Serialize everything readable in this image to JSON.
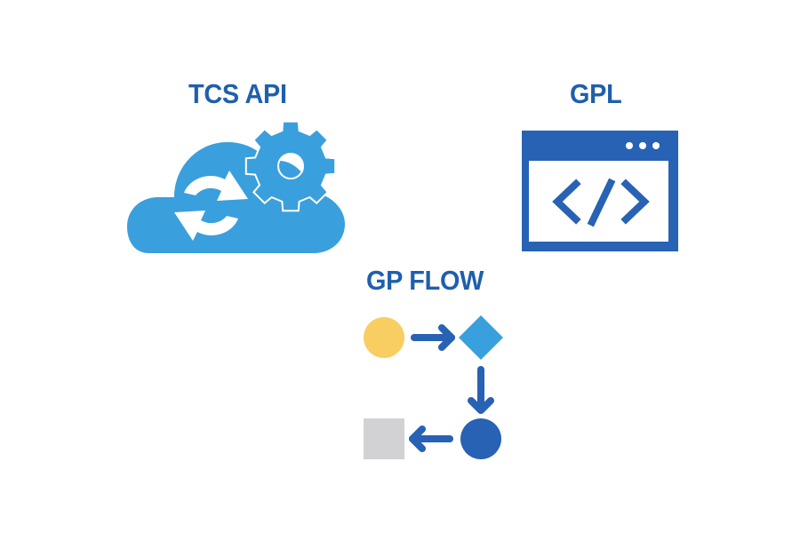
{
  "colors": {
    "title_blue": "#1f5fad",
    "cloud_blue": "#3a9fdd",
    "window_blue": "#2862b4",
    "flow_arrow_blue": "#2862b4",
    "start_yellow": "#f8cd62",
    "decision_blue": "#3a9fdd",
    "process_dark_blue": "#2862b4",
    "end_gray": "#d2d2d4",
    "white": "#ffffff"
  },
  "sections": {
    "tcs_api": {
      "title": "TCS API",
      "icon": "cloud-sync-gear-icon"
    },
    "gpl": {
      "title": "GPL",
      "icon": "code-window-icon",
      "window_dots": 3
    },
    "gp_flow": {
      "title": "GP FLOW",
      "icon": "flowchart-icon",
      "nodes": [
        {
          "shape": "circle",
          "role": "start",
          "color": "start_yellow"
        },
        {
          "shape": "diamond",
          "role": "decision",
          "color": "decision_blue"
        },
        {
          "shape": "circle",
          "role": "process",
          "color": "process_dark_blue"
        },
        {
          "shape": "square",
          "role": "end",
          "color": "end_gray"
        }
      ],
      "edges": [
        {
          "from": 0,
          "to": 1,
          "direction": "right"
        },
        {
          "from": 1,
          "to": 2,
          "direction": "down"
        },
        {
          "from": 2,
          "to": 3,
          "direction": "left"
        }
      ]
    }
  }
}
